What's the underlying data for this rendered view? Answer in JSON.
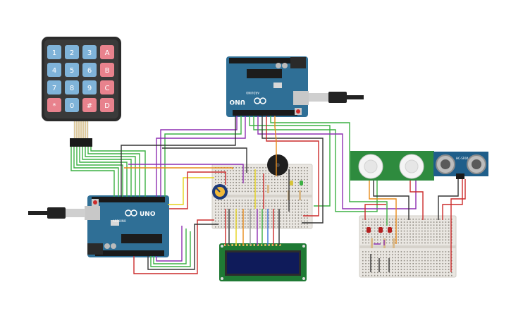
{
  "keypad": {
    "keys": [
      {
        "label": "1",
        "kind": "num"
      },
      {
        "label": "2",
        "kind": "num"
      },
      {
        "label": "3",
        "kind": "num"
      },
      {
        "label": "A",
        "kind": "fn"
      },
      {
        "label": "4",
        "kind": "num"
      },
      {
        "label": "5",
        "kind": "num"
      },
      {
        "label": "6",
        "kind": "num"
      },
      {
        "label": "B",
        "kind": "fn"
      },
      {
        "label": "7",
        "kind": "num"
      },
      {
        "label": "8",
        "kind": "num"
      },
      {
        "label": "9",
        "kind": "num"
      },
      {
        "label": "C",
        "kind": "fn"
      },
      {
        "label": "*",
        "kind": "fn"
      },
      {
        "label": "0",
        "kind": "num"
      },
      {
        "label": "#",
        "kind": "fn"
      },
      {
        "label": "D",
        "kind": "fn"
      }
    ]
  },
  "arduino_top": {
    "model": "UNO",
    "brand": "ARDUINO"
  },
  "arduino_bottom": {
    "model": "UNO",
    "brand": "ARDUINO"
  },
  "ultrasonic": {
    "label": "HC-SR04"
  },
  "colors": {
    "board": "#2f6f96",
    "board_dark": "#1f4d6c",
    "keypad_frame": "#2b2b2b",
    "key_num": "#7fb3d9",
    "key_fn": "#e8828d",
    "breadboard": "#e9e6e1",
    "pir_pcb": "#2e8b3e",
    "lcd_pcb": "#1f7a34",
    "lcd_screen": "#0f1b5a",
    "wire_green": "#3cb043",
    "wire_purple": "#8e2fb2",
    "wire_black": "#333333",
    "wire_red": "#cc2a2a",
    "wire_orange": "#e88b1a",
    "wire_yellow": "#e5d21a",
    "wire_gray": "#9a9a9a",
    "wire_blue": "#3a6fd8"
  },
  "icons": {
    "usb": "usb-plug-icon",
    "infinity": "arduino-logo-icon"
  }
}
